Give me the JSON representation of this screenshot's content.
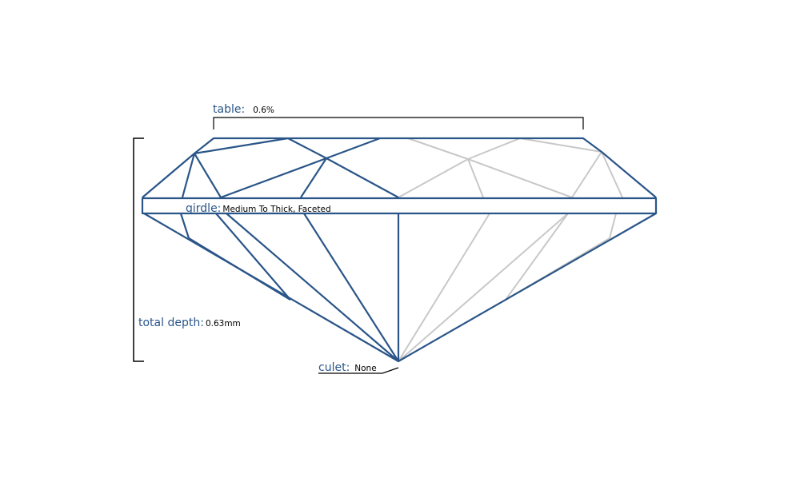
{
  "colors": {
    "primary": "#2a5588",
    "secondary": "#c8c8c8",
    "bracket": "#000000"
  },
  "labels": {
    "table": {
      "key": "table:",
      "value": "0.6%"
    },
    "girdle": {
      "key": "girdle:",
      "value": "Medium To Thick, Faceted"
    },
    "total_depth": {
      "key": "total depth:",
      "value": "0.63mm"
    },
    "culet": {
      "key": "culet:",
      "value": "None"
    }
  }
}
